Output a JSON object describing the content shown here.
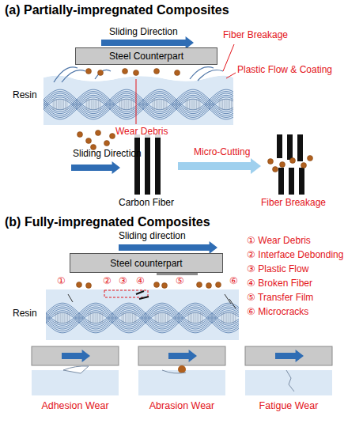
{
  "diagram": {
    "nodes": [
      {
        "text": [
          "Steel Counterpart"
        ]
      },
      {
        "text": [
          "Steel counterpart"
        ]
      },
      {
        "text": [
          "Adhesion Wear"
        ]
      },
      {
        "text": [
          "Abrasion Wear"
        ]
      },
      {
        "text": [
          "Fatigue Wear"
        ]
      }
    ],
    "labels": [
      "(a) Partially-impregnated Composites",
      "Sliding Direction",
      "Fiber Breakage",
      "Plastic Flow & Coating",
      "Resin",
      "Wear Debris",
      "Sliding Direction",
      "Carbon Fiber",
      "Micro-Cutting",
      "Fiber Breakage",
      "(b) Fully-impregnated Composites",
      "Sliding direction",
      "① Wear Debris",
      "② Interface Debonding",
      "③ Plastic Flow",
      "④ Broken Fiber",
      "⑤ Transfer Film",
      "⑥ Microcracks",
      "①",
      "②",
      "③",
      "④",
      "⑤",
      "⑥",
      "Resin"
    ]
  }
}
